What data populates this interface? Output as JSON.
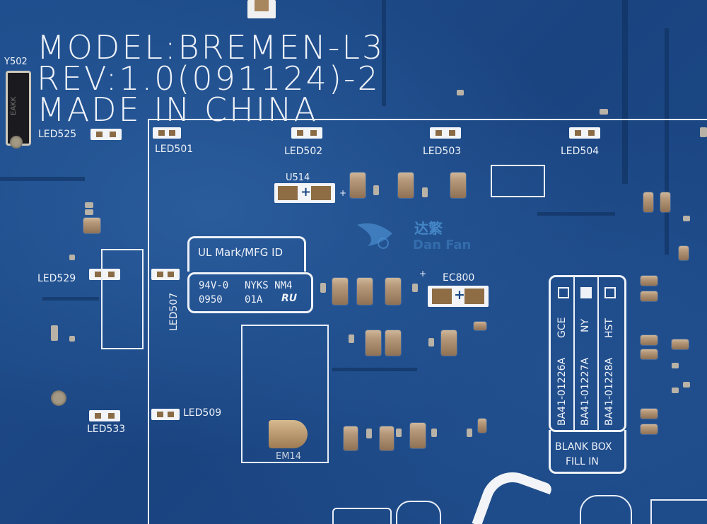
{
  "silkscreen": {
    "model_line": "MODEL:BREMEN-L3",
    "rev_line": "REV:1.0(091124)-2",
    "made_line": "MADE IN CHINA",
    "crystal_label": "Y502",
    "crystal_text": "EAKK",
    "led_labels": {
      "led525": "LED525",
      "led501": "LED501",
      "led502": "LED502",
      "led503": "LED503",
      "led504": "LED504",
      "led529": "LED529",
      "led507": "LED507",
      "led509": "LED509",
      "led533": "LED533"
    },
    "u514": "U514",
    "ec800": "EC800",
    "em14": "EM14",
    "ul_box": {
      "title": "UL Mark/MFG ID",
      "line1_left": "94V-0",
      "line1_right": "NYKS NM4",
      "line2_left": "0950",
      "line2_right": "01A",
      "ul_symbol": "RU"
    },
    "part_box": {
      "col1_code": "BA41-01226A",
      "col1_tag": "GCE",
      "col2_code": "BA41-01227A",
      "col2_tag": "NY",
      "col3_code": "BA41-01228A",
      "col3_tag": "HST",
      "footer_line1": "BLANK BOX",
      "footer_line2": "FILL IN"
    },
    "watermark": {
      "cn": "达繁",
      "en": "Dan Fan"
    }
  },
  "colors": {
    "board": "#1d4a86",
    "silkscreen": "#eef2f8",
    "component": "#b6987a",
    "watermark": "#4a8fd0"
  }
}
